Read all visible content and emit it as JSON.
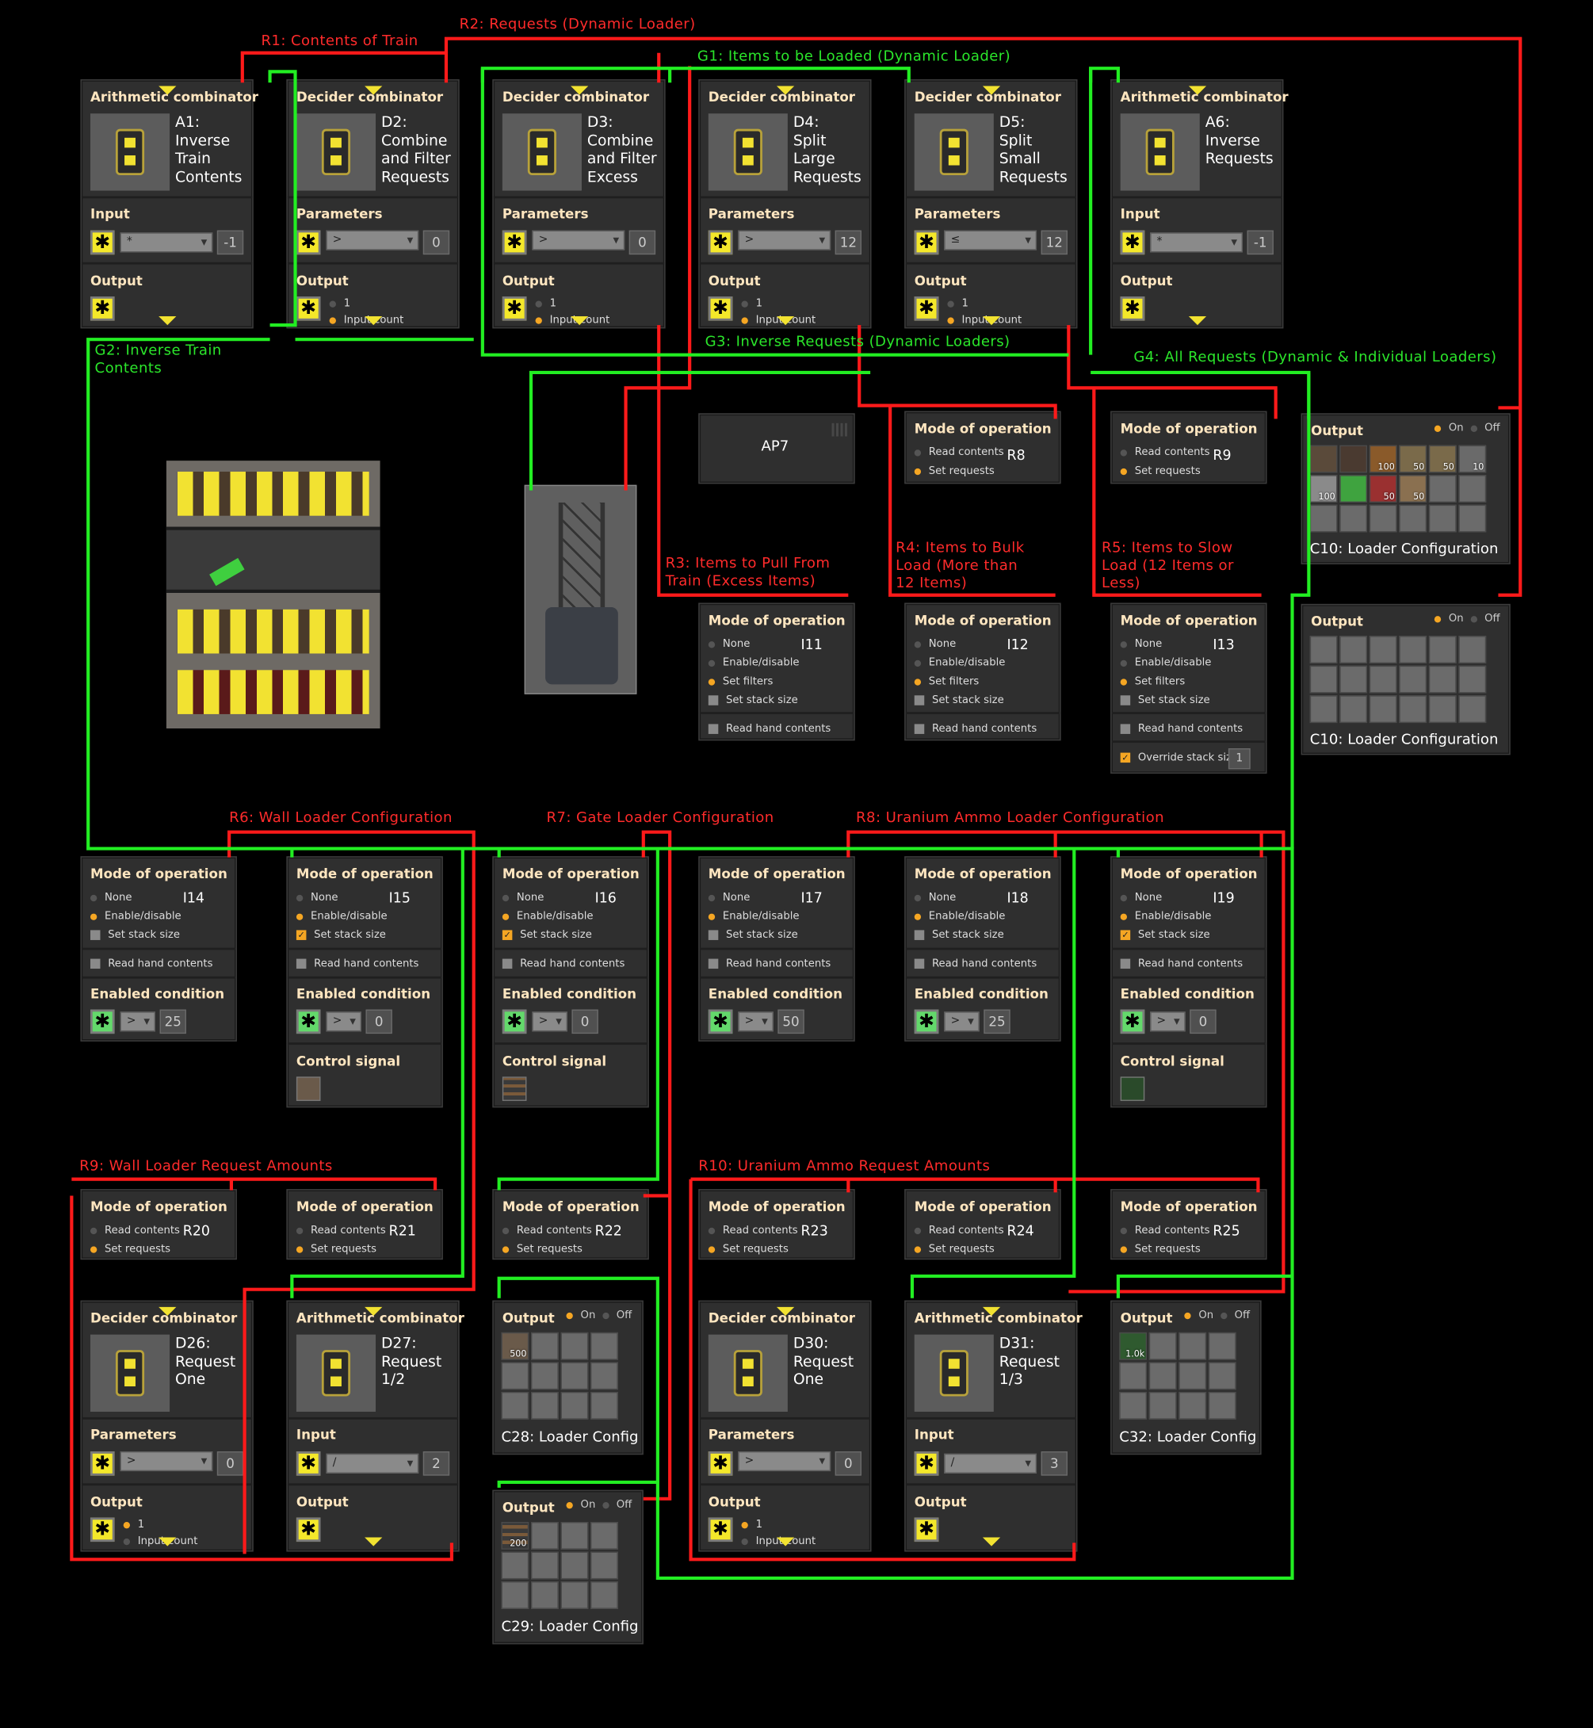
{
  "wire_labels": {
    "r1": "R1: Contents of Train",
    "r2": "R2: Requests (Dynamic Loader)",
    "g1": "G1: Items to be Loaded (Dynamic Loader)",
    "g2": "G2: Inverse Train\nContents",
    "g3": "G3: Inverse Requests (Dynamic Loaders)",
    "g4": "G4: All Requests (Dynamic & Individual Loaders)",
    "r3": "R3: Items to Pull From\nTrain (Excess Items)",
    "r4": "R4: Items to Bulk\nLoad (More than\n12 Items)",
    "r5": "R5: Items to Slow\nLoad (12 Items or\nLess)",
    "r6": "R6: Wall Loader Configuration",
    "r7": "R7: Gate Loader Configuration",
    "r8": "R8: Uranium Ammo Loader Configuration",
    "r9": "R9: Wall Loader Request Amounts",
    "r10": "R10: Uranium Ammo Request Amounts"
  },
  "common": {
    "arith": "Arithmetic combinator",
    "decider": "Decider combinator",
    "input": "Input",
    "output": "Output",
    "parameters": "Parameters",
    "mode": "Mode of operation",
    "read_contents": "Read contents",
    "set_requests": "Set requests",
    "none": "None",
    "enable_disable": "Enable/disable",
    "set_filters": "Set filters",
    "set_stack_size": "Set stack size",
    "read_hand": "Read hand contents",
    "override_stack": "Override stack size",
    "enabled_condition": "Enabled condition",
    "control_signal": "Control signal",
    "one": "1",
    "input_count": "Input count",
    "on": "On",
    "off": "Off",
    "each": "✱"
  },
  "combinators": {
    "a1": {
      "name": "A1:\nInverse\nTrain\nContents",
      "op": "*",
      "value": "-1"
    },
    "d2": {
      "name": "D2:\nCombine\nand Filter\nRequests",
      "op": ">",
      "value": "0"
    },
    "d3": {
      "name": "D3:\nCombine\nand Filter\nExcess",
      "op": ">",
      "value": "0"
    },
    "d4": {
      "name": "D4:\nSplit\nLarge\nRequests",
      "op": ">",
      "value": "12"
    },
    "d5": {
      "name": "D5:\nSplit\nSmall\nRequests",
      "op": "≤",
      "value": "12"
    },
    "a6": {
      "name": "A6:\nInverse\nRequests",
      "op": "*",
      "value": "-1"
    },
    "d26": {
      "name": "D26:\nRequest\nOne",
      "op": ">",
      "value": "0"
    },
    "d27": {
      "name": "D27:\nRequest\n1/2",
      "op": "/",
      "value": "2"
    },
    "d30": {
      "name": "D30:\nRequest\nOne",
      "op": ">",
      "value": "0"
    },
    "d31": {
      "name": "D31:\nRequest\n1/3",
      "op": "/",
      "value": "3"
    }
  },
  "ap7": "AP7",
  "requesters": {
    "r8": "R8",
    "r9": "R9",
    "r20": "R20",
    "r21": "R21",
    "r22": "R22",
    "r23": "R23",
    "r24": "R24",
    "r25": "R25"
  },
  "inserters_top": {
    "i11": "I11",
    "i12": "I12",
    "i13": "I13",
    "override_value": "1"
  },
  "inserters_mid": {
    "i14": {
      "id": "I14",
      "value": "25"
    },
    "i15": {
      "id": "I15",
      "value": "0"
    },
    "i16": {
      "id": "I16",
      "value": "0"
    },
    "i17": {
      "id": "I17",
      "value": "50"
    },
    "i18": {
      "id": "I18",
      "value": "25"
    },
    "i19": {
      "id": "I19",
      "value": "0"
    }
  },
  "chests": {
    "c10": "C10: Loader Configuration",
    "c10_counts": [
      "100",
      "50",
      "50",
      "10",
      "100",
      "50",
      "50"
    ],
    "c28": "C28: Loader Config",
    "c28_count": "500",
    "c29": "C29: Loader Config",
    "c29_count": "200",
    "c32": "C32: Loader Config",
    "c32_count": "1.0k"
  },
  "wire_colors": {
    "red": "#ff1a1a",
    "green": "#22ee22"
  }
}
